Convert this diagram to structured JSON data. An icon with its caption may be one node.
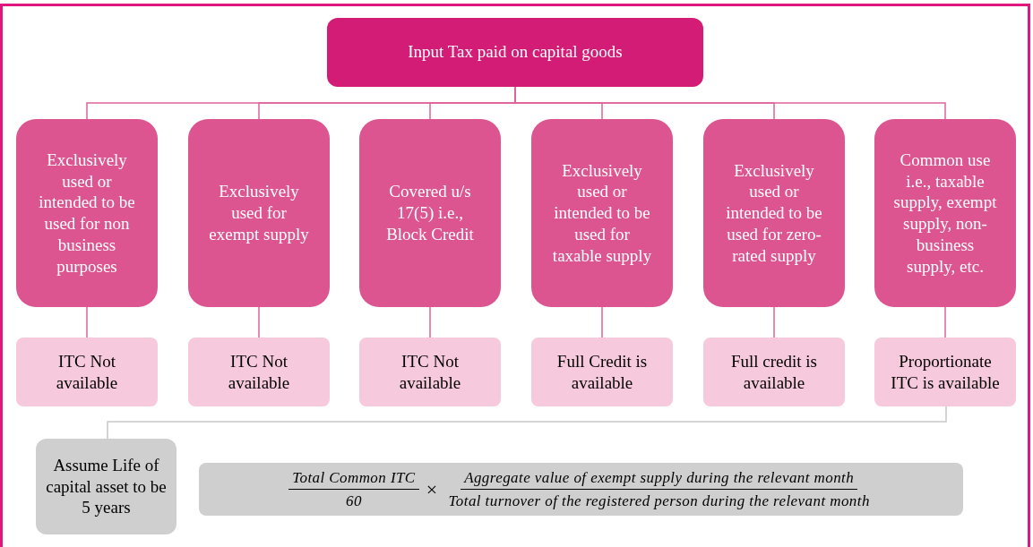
{
  "diagram": {
    "nodes": [
      {
        "text": [
          "Input Tax paid on capital goods"
        ]
      },
      {
        "text": [
          "Exclusively used or intended to be used for non business purposes"
        ]
      },
      {
        "text": [
          "Exclusively used for exempt supply"
        ]
      },
      {
        "text": [
          "Covered u/s 17(5) i.e., Block Credit"
        ]
      },
      {
        "text": [
          "Exclusively used or intended to be used for taxable supply"
        ]
      },
      {
        "text": [
          "Exclusively used or intended to be used for zero-rated supply"
        ]
      },
      {
        "text": [
          "Common use i.e., taxable supply, exempt supply, non-business supply, etc."
        ]
      },
      {
        "text": [
          "ITC Not available"
        ]
      },
      {
        "text": [
          "ITC Not available"
        ]
      },
      {
        "text": [
          "ITC Not available"
        ]
      },
      {
        "text": [
          "Full Credit is available"
        ]
      },
      {
        "text": [
          "Full credit is available"
        ]
      },
      {
        "text": [
          "Proportionate ITC is available"
        ]
      },
      {
        "text": [
          "Assume Life of capital asset to be 5 years"
        ]
      },
      {
        "text": [
          "Total Common ITC",
          "60",
          "×",
          "Aggregate value of exempt supply during the relevant month",
          "Total turnover of the registered person during the relevant month"
        ]
      }
    ],
    "edges": [
      {
        "from": 0,
        "to": 1,
        "arrow": "none"
      },
      {
        "from": 0,
        "to": 2,
        "arrow": "none"
      },
      {
        "from": 0,
        "to": 3,
        "arrow": "none"
      },
      {
        "from": 0,
        "to": 4,
        "arrow": "none"
      },
      {
        "from": 0,
        "to": 5,
        "arrow": "none"
      },
      {
        "from": 0,
        "to": 6,
        "arrow": "none"
      },
      {
        "from": 1,
        "to": 7,
        "arrow": "none"
      },
      {
        "from": 2,
        "to": 8,
        "arrow": "none"
      },
      {
        "from": 3,
        "to": 9,
        "arrow": "none"
      },
      {
        "from": 4,
        "to": 10,
        "arrow": "none"
      },
      {
        "from": 5,
        "to": 11,
        "arrow": "none"
      },
      {
        "from": 6,
        "to": 12,
        "arrow": "none"
      },
      {
        "from": 12,
        "to": 13,
        "arrow": "none",
        "color": "#c8c8c8"
      }
    ]
  }
}
